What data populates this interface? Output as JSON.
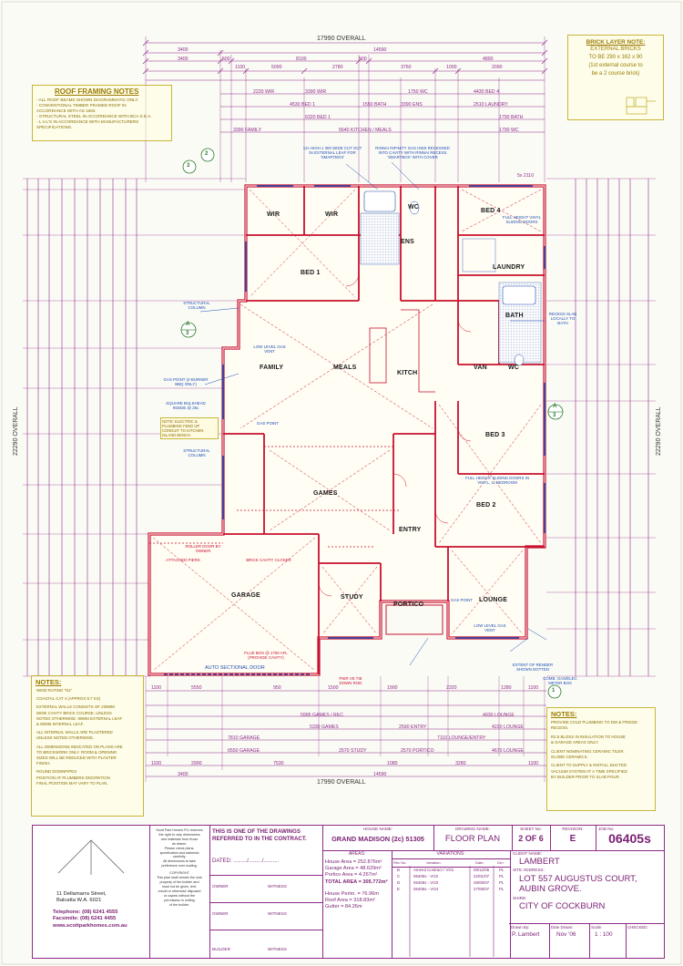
{
  "dimensions": {
    "overall_width": "17990 OVERALL",
    "overall_depth": "22290 OVERALL",
    "top_row_1": [
      "3400",
      "14590"
    ],
    "top_row_2": [
      "3400",
      "500",
      "8100",
      "500",
      "4890"
    ],
    "top_row_3": [
      "1100",
      "5090",
      "2780",
      "3760",
      "1000",
      "2090"
    ],
    "right_top": "5x 2110",
    "bottom_rows": [
      [
        "1100",
        "5550",
        "950",
        "1500",
        "1900",
        "2320",
        "1280",
        "1100"
      ],
      [
        "5995 GAMES / REC",
        "4930 LOUNGE"
      ],
      [
        "5330 GAMES",
        "2590 ENTRY",
        "4220 LOUNGE"
      ],
      [
        "7810 GARAGE",
        "7110 LOUNGE/ENTRY"
      ],
      [
        "6550 GARAGE",
        "2570 STUDY",
        "2570 PORTICO",
        "4670 LOUNGE"
      ],
      [
        "1100",
        "2900",
        "7530",
        "1080",
        "3280",
        "1100"
      ],
      [
        "3400",
        "14590"
      ]
    ]
  },
  "top_dim_labels": [
    "2220 WIR",
    "3390 WIR",
    "1750 WC",
    "4430 BED 4",
    "4530 BED 1",
    "1550 BATH",
    "3390 ENS",
    "2510 LAUNDRY",
    "6320 BED 1",
    "1790 BATH",
    "3390 FAMILY",
    "5640 KITCHEN / MEALS",
    "1790 WC"
  ],
  "callouts": {
    "smartbox_top": "12c HIGH x 300 WIDE CUT OUT IN EXTERNAL LEAF FOR 'SMARTBOX'",
    "rinnai": "RINNAI INFINITY GAS HWS RECESSED INTO CAVITY WITH RINNAI RECESS 'SMARTBOX' WITH COVER",
    "structural_column_1": "STRUCTURAL COLUMN",
    "gas_point_bbq": "GAS POINT (4-BURNER BBQ ONLY)",
    "square_bulkhead": "SQUARE BULKHEAD INSIDE @ 25c",
    "electric_plumbing": "NOTE: ELECTRIC & PLUMBING FEED UP CONDUIT TO KITCHEN ISLAND BENCH",
    "structural_column_2": "STRUCTURAL COLUMN",
    "low_level_gas_vent_1": "LOW LEVEL GAS VENT",
    "gas_point": "GAS POINT",
    "recess_slab": "RECESS SLAB LOCALLY TO BATH",
    "full_height_doors_bed4": "FULL HEIGHT VINYL SLIDING DOORS",
    "full_height_doors_bed2": "FULL HEIGHT SLIDING DOORS IN VINYL, 11 BEDROOM",
    "attached_piers": "ATTACHED PIERS",
    "brick_cavity_closer": "BRICK CAVITY CLOSER",
    "roller_door": "ROLLER DOOR BY OWNER",
    "auto_sectional": "AUTO SECTIONAL DOOR",
    "flue_box": "FLUE BOX @ 1700 AFL (PROVIDE CAVITY)",
    "pier_ve": "PIER VE TIE DOWN ROD",
    "low_level_gas_vent_2": "LOW LEVEL GAS VENT",
    "extent_render": "EXTENT OF RENDER SHOWN DOTTED",
    "comb_meter": "COMB. GAS/ELEC METER BOX",
    "gas_point_2": "GAS POINT"
  },
  "rooms": [
    {
      "name": "WIR"
    },
    {
      "name": "WIR"
    },
    {
      "name": "BED 1"
    },
    {
      "name": "WC"
    },
    {
      "name": "ENS"
    },
    {
      "name": "BED 4"
    },
    {
      "name": "LAUNDRY"
    },
    {
      "name": "BATH"
    },
    {
      "name": "FAMILY"
    },
    {
      "name": "MEALS"
    },
    {
      "name": "KITCH"
    },
    {
      "name": "VAN"
    },
    {
      "name": "WC"
    },
    {
      "name": "BED 3"
    },
    {
      "name": "GAMES"
    },
    {
      "name": "BED 2"
    },
    {
      "name": "ENTRY"
    },
    {
      "name": "GARAGE"
    },
    {
      "name": "STUDY"
    },
    {
      "name": "PORTICO"
    },
    {
      "name": "LOUNGE"
    }
  ],
  "section_markers": [
    {
      "label": "A",
      "sub": "3"
    },
    {
      "label": "A",
      "sub": "3"
    },
    {
      "label": "2",
      "sub": ""
    },
    {
      "label": "3",
      "sub": ""
    },
    {
      "label": "1",
      "sub": ""
    }
  ],
  "notes": {
    "brick_layer": {
      "title": "BRICK LAYER NOTE:",
      "lines": [
        "EXTERNAL BRICKS",
        "TO BE 290 x 162 x 90",
        "(1st external course to",
        "be a 2 course brick)"
      ]
    },
    "roof_framing": {
      "title": "ROOF FRAMING NOTES",
      "lines": [
        "- ALL ROOF BEAMS SHOWN DIAGRAMMATIC ONLY.",
        "- CONVENTIONAL TIMBER FRAMED ROOF IN",
        "  ACCORDANCE WITH AS 1684.",
        "- STRUCTURAL STEEL IN ACCORDANCE WITH BCA S.E.A.",
        "- L.V.L's IN ACCORDANCE WITH MANUFACTURERS",
        "  SPECIFICATIONS."
      ]
    },
    "left_notes": {
      "title": "NOTES:",
      "lines": [
        "WIND RATING \"N1\"",
        "",
        "COASTAL CAT 4 (approx 8.7 Ks)",
        "",
        "EXTERNAL WALLS CONSISTS OF 230mm",
        "WIDE CAVITY BRICK COURSE, UNLESS",
        "NOTED OTHERWISE. 90mm EXTERNAL LEAF",
        "& 90mm INTERNAL LEAF.",
        "",
        "ALL INTERNAL WALLS ARE PLASTERED",
        "UNLESS NOTED OTHERWISE.",
        "",
        "ALL DIMENSIONS INDICATED ON PLANS ARE",
        "TO BRICKWORK ONLY. ROOM & OPENING",
        "SIZES WILL BE REDUCED WITH PLASTER",
        "FINISH.",
        "",
        "ROUND DOWNPIPES",
        "POSITION AT PLUMBERS DISCRETION",
        "FINAL POSITION MAY VARY TO PLAN."
      ]
    },
    "right_notes": {
      "title": "NOTES:",
      "lines": [
        "PROVIDE COLD PLUMBING TO DW & FRIDGE",
        "RECESS.",
        "",
        "R2.5 BLOSS IN INSULATION TO HOUSE",
        "& GARAGE AREAS ONLY.",
        "",
        "CLIENT NOMINATING CERAMIC TILER.",
        "GLOBE CERAMICS.",
        "",
        "CLIENT TO SUPPLY & INSTALL DUCTED",
        "VACUUM SYSTEM AT A TIME SPECIFIED",
        "BY BUILDER PRIOR TO SLAB POUR."
      ]
    }
  },
  "titleblock": {
    "company_blurb": [
      "Scott Park Homes P/L reserves",
      "the right to vary dimensions",
      "and materials from those",
      "as drawn.",
      "Please check plans,",
      "specification and addenda",
      "carefully.",
      "All dimensions to take",
      "preference over scaling.",
      "",
      "COPYRIGHT",
      "This plan shall remain the sole",
      "property of the builder and",
      "must not be given, lent,",
      "resold or otherwise disposed",
      "or copied without the",
      "permission in writing",
      "of the builder."
    ],
    "company_address": [
      "11 Dellamarra Street,",
      "Balcatta  W.A.  6021"
    ],
    "telephone": "Telephone: (08) 6241 4555",
    "facsimile": "Facsimile: (08) 6241 4455",
    "website": "www.scottparkhomes.com.au",
    "contract_note": "THIS IS ONE OF THE DRAWINGS REFERRED TO IN THE CONTRACT.",
    "dated_label": "DATED: ........./........./..........",
    "sign_rows": [
      {
        "left": "OWNER",
        "right": "WITNESS"
      },
      {
        "left": "OWNER",
        "right": "WITNESS"
      },
      {
        "left": "BUILDER",
        "right": "WITNESS"
      }
    ],
    "house_name_label": "HOUSE NAME:",
    "house_name": "GRAND MADISON (2c) 51305",
    "drawing_name_label": "DRAWING NAME:",
    "drawing_name": "FLOOR PLAN",
    "sheet_no_label": "SHEET No:",
    "sheet_no": "2 OF 6",
    "revision_label": "REVISION:",
    "revision": "E",
    "job_no_label": "JOB No:",
    "job_no": "06405s",
    "areas_label": "AREAS:",
    "areas": [
      "House Area = 252.876m²",
      "Garage Area = 48.629m²",
      "Portico Area = 4.267m²",
      "TOTAL AREA = 305.772m²",
      "",
      "House Perim. = 76.96m",
      "Roof Area = 318.83m²",
      "Gutter = 84.26m"
    ],
    "variations_label": "VARIATIONS:",
    "variation_headers": [
      "Rev No.",
      "Variation:",
      "Date:",
      "Drn:"
    ],
    "variations": [
      [
        "B",
        "Amend Contract / VO1",
        "06/12/06",
        "PL"
      ],
      [
        "C",
        "06405s - VO2",
        "22/01/07",
        "PL"
      ],
      [
        "D",
        "06405s - VO3",
        "25/05/07",
        "PL"
      ],
      [
        "E",
        "06405s - VO4",
        "27/06/07",
        "PL"
      ]
    ],
    "client_name_label": "CLIENT NAME:",
    "client_name": "LAMBERT",
    "site_address_label": "SITE ADDRESS:",
    "site_address_1": "LOT 557 AUGUSTUS COURT,",
    "site_address_2": "AUBIN GROVE.",
    "shire_label": "SHIRE:",
    "shire": "CITY OF COCKBURN",
    "drawn_by_label": "Drawn By:",
    "drawn_by": "P. Lambert",
    "date_drawn_label": "Date Drawn:",
    "date_drawn": "Nov '06",
    "scale_label": "Scale:",
    "scale": "1 : 100",
    "checked_label": "CHECKED:"
  },
  "colors": {
    "walls": "#c8102e",
    "dimension_lines": "#8e2a88",
    "annotations": "#1f4fb4",
    "notes": "#c9b53a",
    "titleblock": "#8e2a88"
  }
}
